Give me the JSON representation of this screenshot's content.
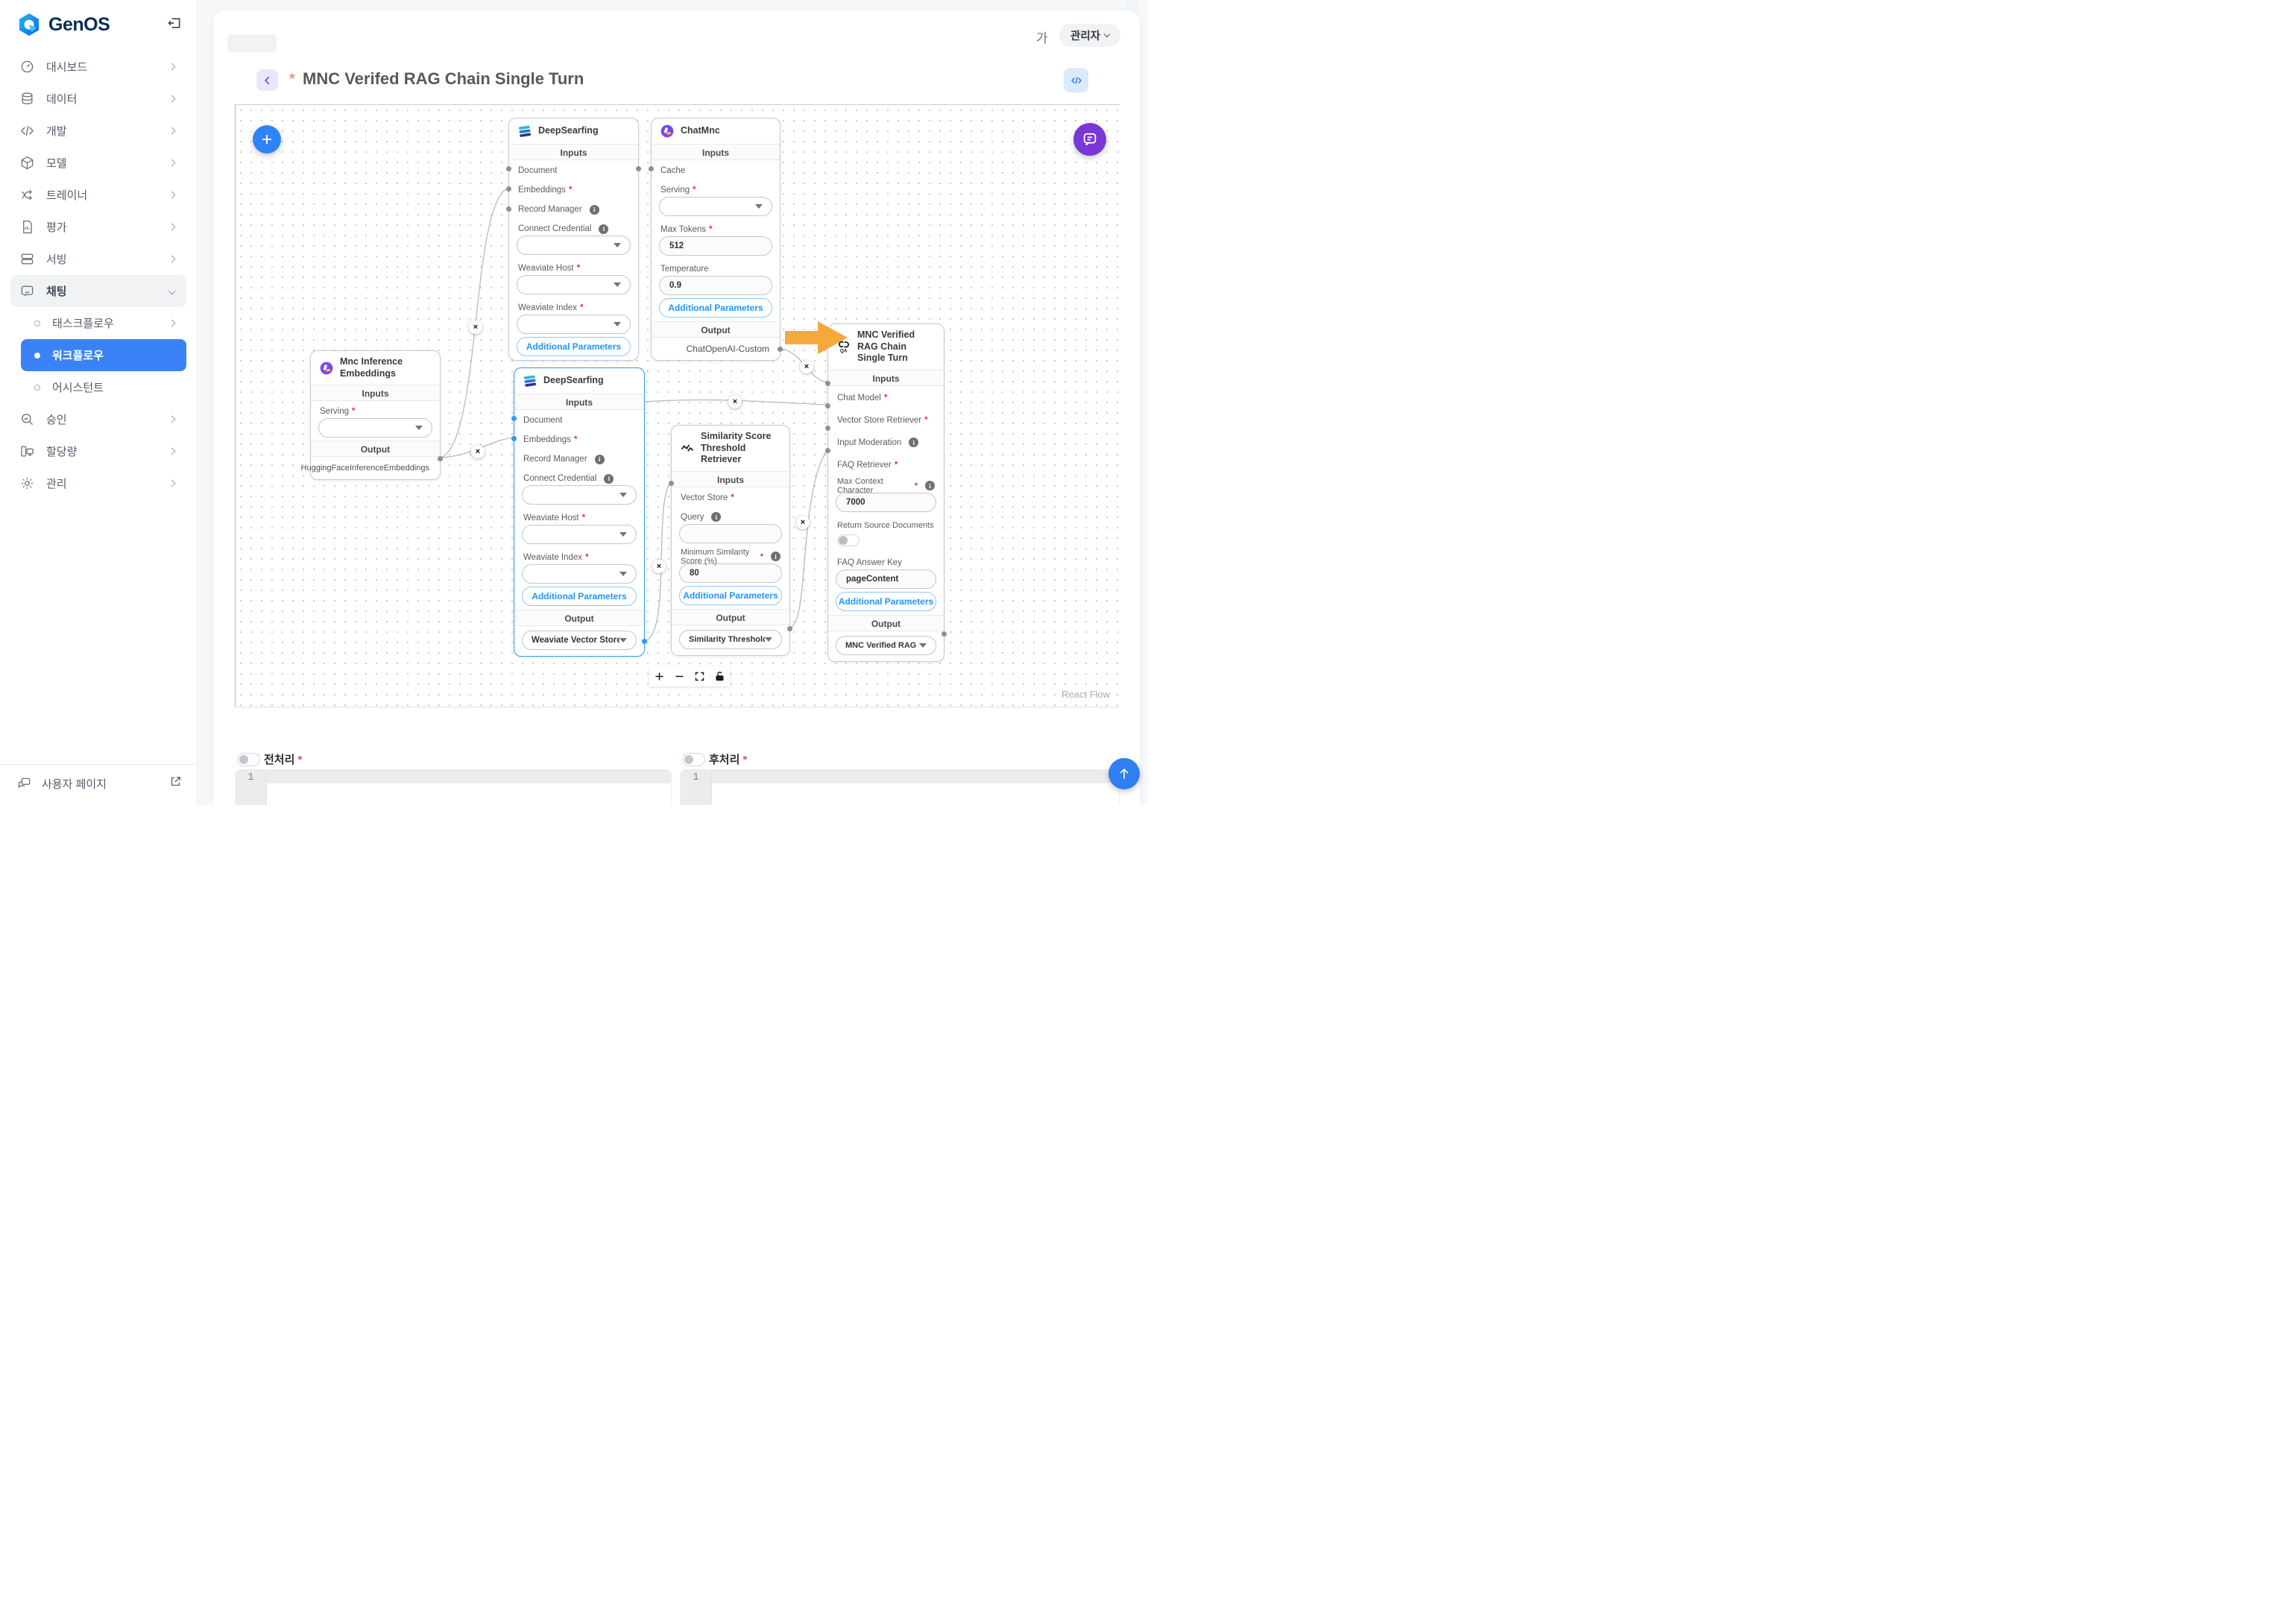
{
  "common": {
    "inputs": "Inputs",
    "output": "Output",
    "additional_parameters": "Additional Parameters",
    "req": "*",
    "line_number": "1"
  },
  "sidebar": {
    "logo": "GenOS",
    "items": [
      {
        "label": "대시보드"
      },
      {
        "label": "데이터"
      },
      {
        "label": "개발"
      },
      {
        "label": "모델"
      },
      {
        "label": "트레이너"
      },
      {
        "label": "평가"
      },
      {
        "label": "서빙"
      },
      {
        "label": "채팅"
      },
      {
        "label": "태스크플로우"
      },
      {
        "label": "워크플로우"
      },
      {
        "label": "어시스턴트"
      },
      {
        "label": "승인"
      },
      {
        "label": "할당량"
      },
      {
        "label": "관리"
      }
    ],
    "footer": {
      "label": "사용자 페이지"
    }
  },
  "header": {
    "lang": "가",
    "role": "관리자"
  },
  "page": {
    "title": "MNC Verifed RAG Chain Single Turn"
  },
  "nodes": {
    "deepsearfing_top": {
      "title": "DeepSearfing",
      "document": "Document",
      "embeddings": "Embeddings",
      "record_manager": "Record Manager",
      "connect_credential": "Connect Credential",
      "weaviate_host": "Weaviate Host",
      "weaviate_index": "Weaviate Index"
    },
    "chatmnc": {
      "title": "ChatMnc",
      "cache": "Cache",
      "serving": "Serving",
      "max_tokens": "Max Tokens",
      "max_tokens_value": "512",
      "temperature": "Temperature",
      "temperature_value": "0.9",
      "output_value": "ChatOpenAI-Custom"
    },
    "embeddings_node": {
      "title": "Mnc Inference Embeddings",
      "serving": "Serving",
      "output_value": "HuggingFaceInferenceEmbeddings"
    },
    "deepsearfing_selected": {
      "title": "DeepSearfing",
      "document": "Document",
      "embeddings": "Embeddings",
      "record_manager": "Record Manager",
      "connect_credential": "Connect Credential",
      "weaviate_host": "Weaviate Host",
      "weaviate_index": "Weaviate Index",
      "output_value": "Weaviate Vector Store"
    },
    "similarity": {
      "title": "Similarity Score Threshold Retriever",
      "vector_store": "Vector Store",
      "query": "Query",
      "min_score": "Minimum Similarity Score (%)",
      "min_score_value": "80",
      "output_value": "Similarity Threshold Retriever"
    },
    "mnc_chain": {
      "title": "MNC Verified RAG Chain Single Turn",
      "chat_model": "Chat Model",
      "vector_store_retriever": "Vector Store Retriever",
      "input_moderation": "Input Moderation",
      "faq_retriever": "FAQ Retriever",
      "max_context_character": "Max Context Character",
      "max_context_value": "7000",
      "return_source_documents": "Return Source Documents",
      "faq_answer_key": "FAQ Answer Key",
      "faq_answer_value": "pageContent",
      "output_value": "MNC Verified RAG Chain Single ..."
    }
  },
  "canvas": {
    "attribution": "React Flow"
  },
  "bottom": {
    "pre_label": "전처리",
    "post_label": "후처리"
  },
  "colors": {
    "accent_blue": "#3b82f6",
    "selected_node": "#2d9bf0",
    "arrow_orange": "#f5a83c",
    "fab_purple": "#7a36d6",
    "link_blue": "#2196f3"
  }
}
